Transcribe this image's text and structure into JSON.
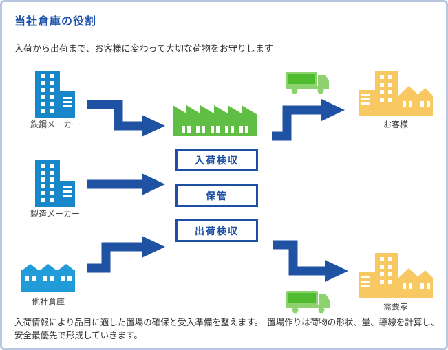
{
  "page": {
    "title": "当社倉庫の役割",
    "subtitle": "入荷から出荷まで、お客様に変わって大切な荷物をお守りします",
    "footer": "入荷情報により品目に適した置場の確保と受入準備を整えます。　置場作りは荷物の形状、量、導線を計算し、安全最優先で形成していきます。"
  },
  "nodes": {
    "steel_maker": {
      "label": "鉄鋼メーカー",
      "icon": "office-building-icon"
    },
    "manufacturer": {
      "label": "製造メーカー",
      "icon": "office-building-icon"
    },
    "other_warehouse": {
      "label": "他社倉庫",
      "icon": "warehouse-icon"
    },
    "warehouse_center": {
      "icon": "factory-icon"
    },
    "customer": {
      "label": "お客様",
      "icon": "city-buildings-icon"
    },
    "consumer": {
      "label": "需要家",
      "icon": "city-buildings-icon"
    },
    "delivery_top": {
      "icon": "truck-icon"
    },
    "delivery_bottom": {
      "icon": "truck-icon"
    }
  },
  "process_boxes": [
    {
      "label": "入荷検収"
    },
    {
      "label": "保管"
    },
    {
      "label": "出荷検収"
    }
  ],
  "colors": {
    "title_blue": "#1d51a8",
    "arrow_blue": "#2052a3",
    "box_border_blue": "#1d50a5",
    "building_blue": "#1787c9",
    "warehouse_blue": "#219cd9",
    "factory_green": "#5fbe43",
    "truck_green_light": "#8ed26f",
    "truck_green_dark": "#4fbc30",
    "city_yellow": "#f8c862",
    "panel_border": "#b9c7e2",
    "text": "#333333"
  }
}
